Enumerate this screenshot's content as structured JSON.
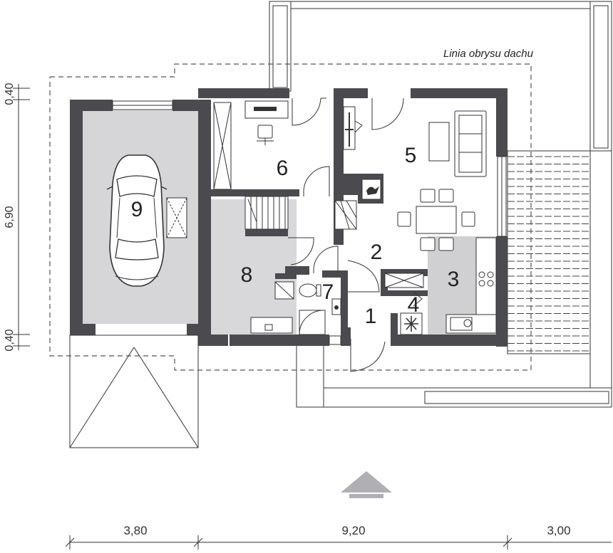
{
  "roof_outline_label": "Linia obrysu dachu",
  "rooms": [
    {
      "id": "1",
      "label": "1"
    },
    {
      "id": "2",
      "label": "2"
    },
    {
      "id": "3",
      "label": "3"
    },
    {
      "id": "4",
      "label": "4"
    },
    {
      "id": "5",
      "label": "5"
    },
    {
      "id": "6",
      "label": "6"
    },
    {
      "id": "7",
      "label": "7"
    },
    {
      "id": "8",
      "label": "8"
    },
    {
      "id": "9",
      "label": "9"
    }
  ],
  "dimensions": {
    "horizontal": [
      "3,80",
      "9,20",
      "3,00"
    ],
    "vertical": [
      "0,40",
      "6,90",
      "0,40"
    ]
  },
  "colors": {
    "wall": "#4a4a4f",
    "garage_floor": "#d6d6d8",
    "utility_floor": "#d8d8da",
    "kitchen_floor": "#d0d0d2",
    "entrance_arrow": "#b0b0b4"
  }
}
